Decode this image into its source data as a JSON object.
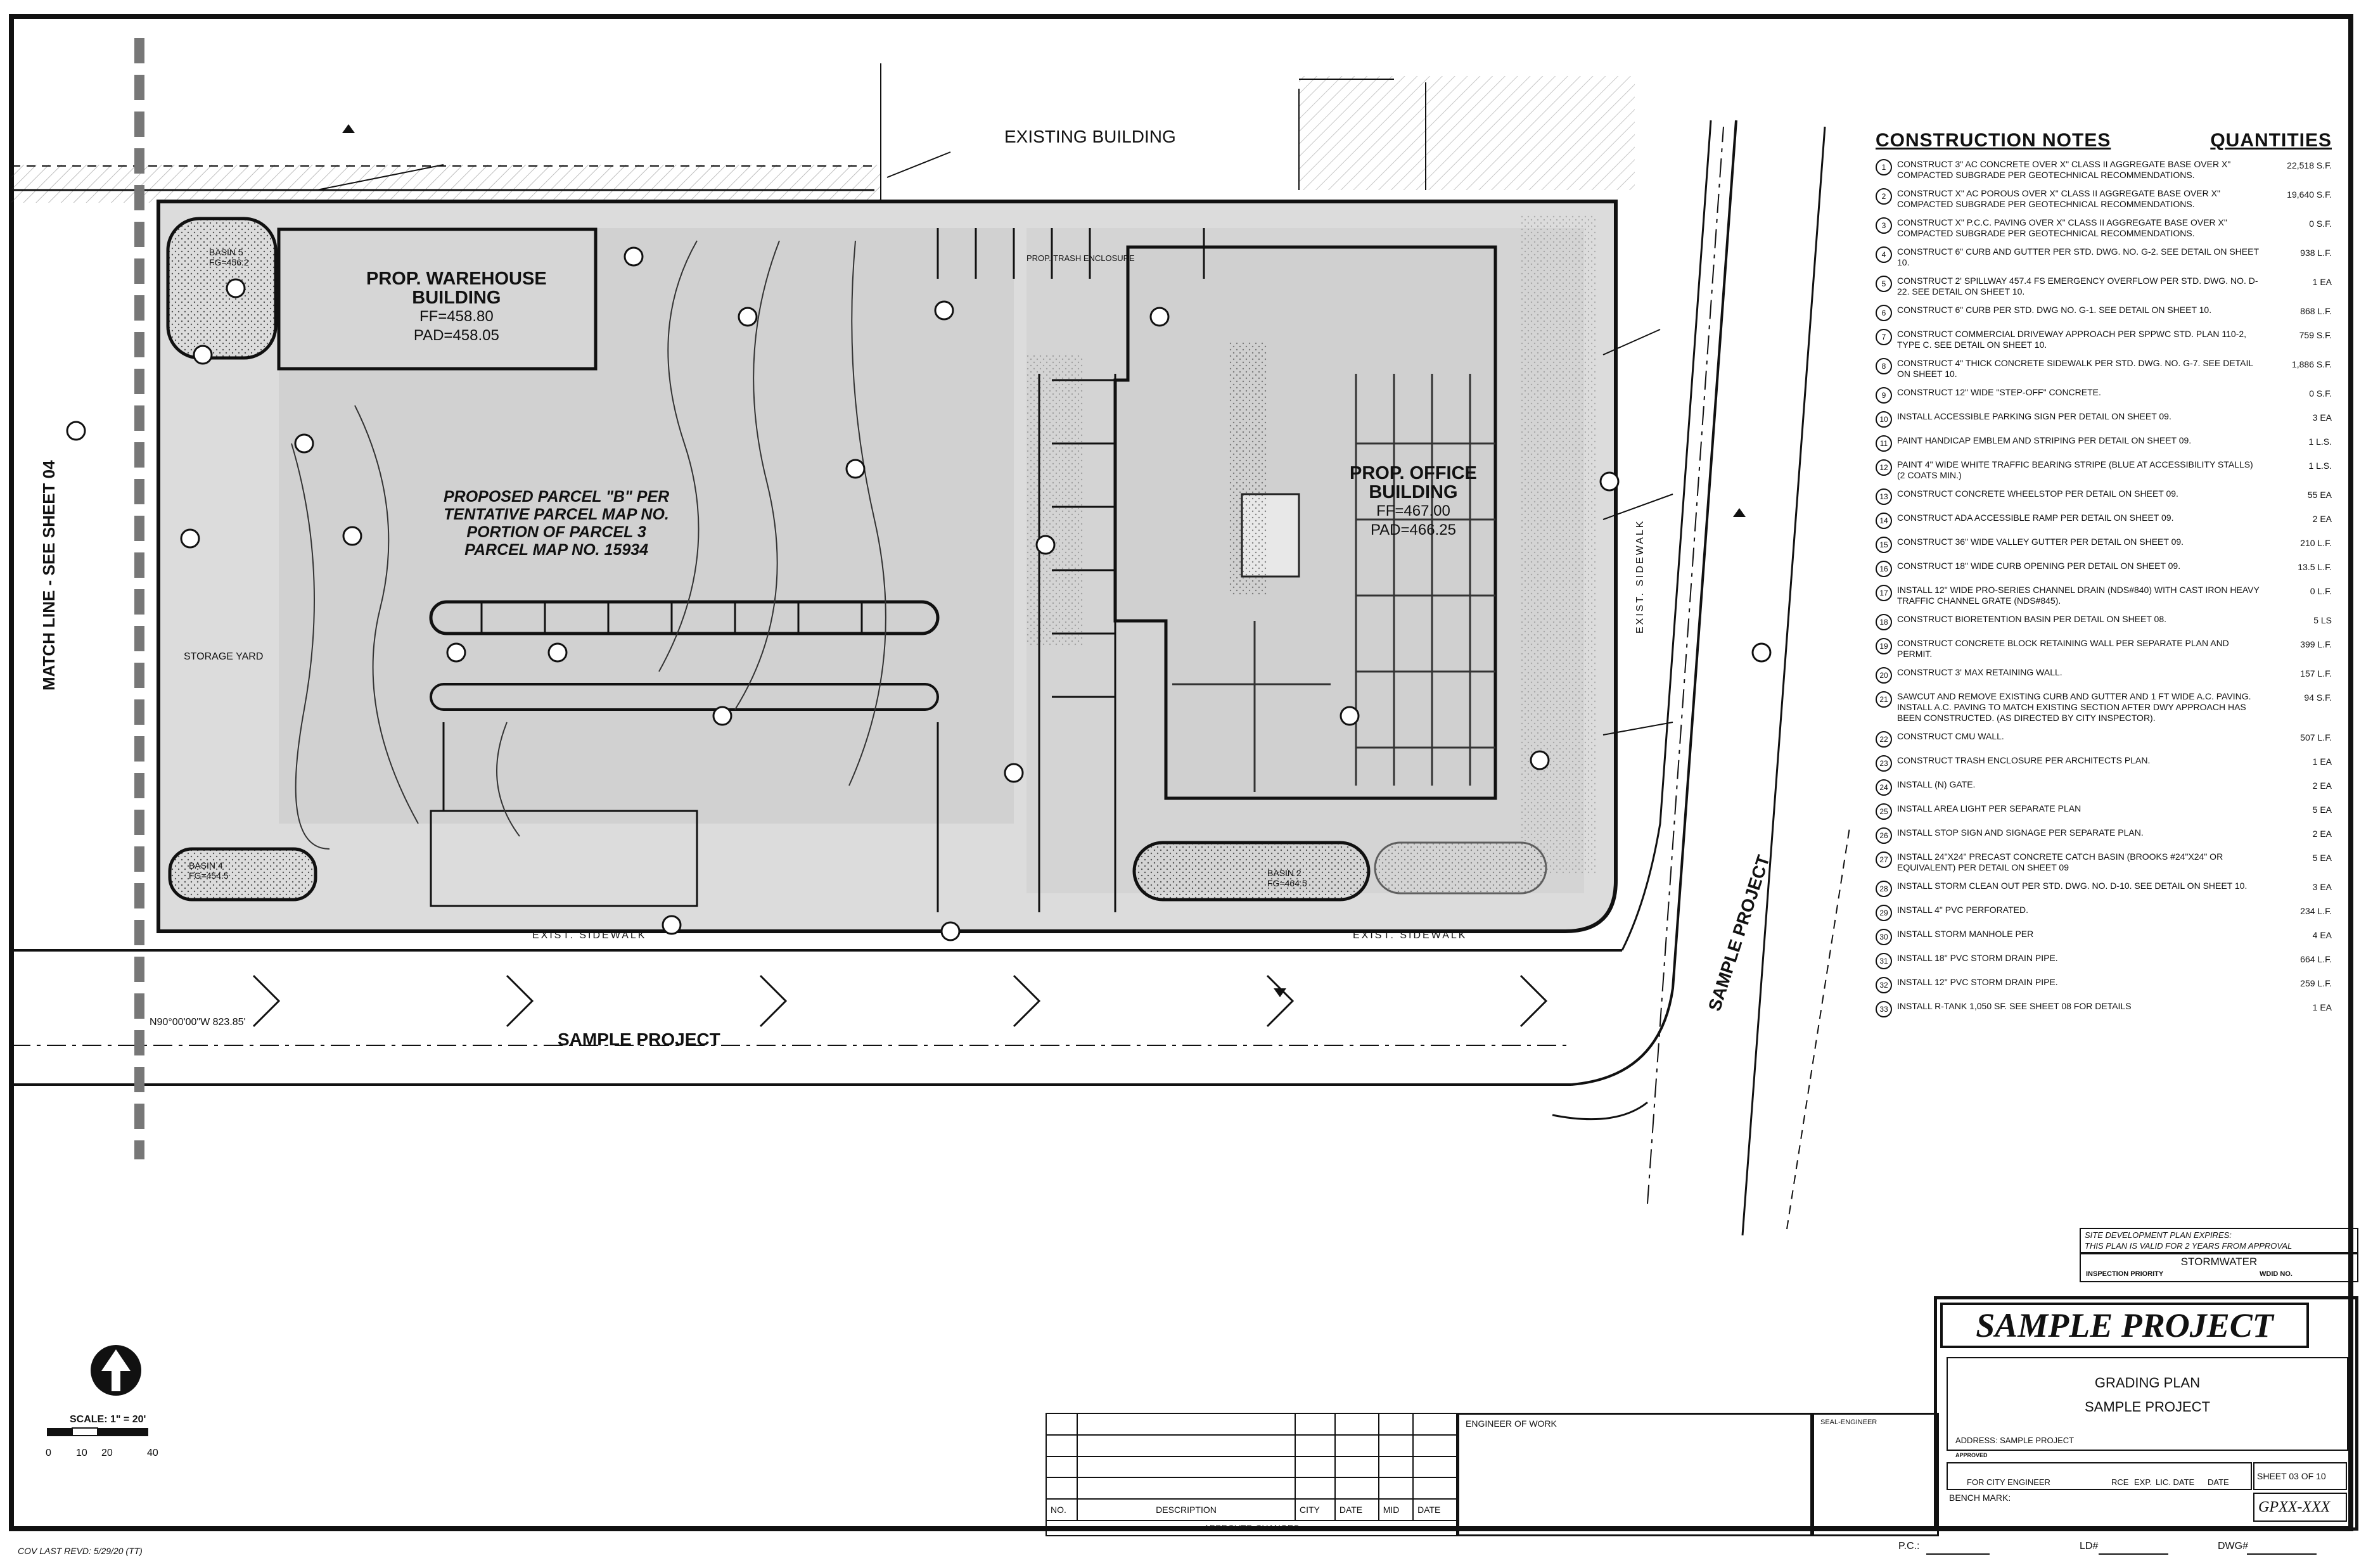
{
  "sheet": {
    "existing_building": "EXISTING BUILDING",
    "warehouse": [
      "PROP. WAREHOUSE",
      "BUILDING",
      "FF=458.80",
      "PAD=458.05"
    ],
    "office": [
      "PROP. OFFICE",
      "BUILDING",
      "FF=467.00",
      "PAD=466.25"
    ],
    "parcel_note": [
      "PROPOSED PARCEL \"B\" PER",
      "TENTATIVE PARCEL MAP NO.",
      "PORTION OF PARCEL 3",
      "PARCEL MAP NO. 15934"
    ],
    "match_line": "MATCH LINE - SEE SHEET 04",
    "street_bottom": "SAMPLE PROJECT",
    "street_right": "SAMPLE PROJECT",
    "sidewalk_left": "EXIST. SIDEWALK",
    "sidewalk_mid": "EXIST. SIDEWALK",
    "sidewalk_right": "EXIST. SIDEWALK",
    "storage_yard": "STORAGE YARD",
    "trash_enclosure": "PROP. TRASH ENCLOSURE",
    "basin_5": [
      "BASIN 5",
      "FG=456.2"
    ],
    "basin_4": [
      "BASIN 4",
      "FG=454.5"
    ],
    "basin_2": [
      "BASIN 2",
      "FG=464.5"
    ],
    "bearing": "N90°00'00\"W 823.85'",
    "cov": "COV LAST REVD: 5/29/20 (TT)"
  },
  "notes": {
    "title": "CONSTRUCTION NOTES",
    "qty_title": "QUANTITIES",
    "items": [
      {
        "n": "1",
        "text": "CONSTRUCT 3\" AC CONCRETE OVER X\" CLASS II AGGREGATE BASE OVER X\" COMPACTED SUBGRADE PER GEOTECHNICAL RECOMMENDATIONS.",
        "qty": "22,518 S.F."
      },
      {
        "n": "2",
        "text": "CONSTRUCT X\" AC POROUS OVER X\" CLASS II AGGREGATE BASE OVER X\" COMPACTED SUBGRADE PER GEOTECHNICAL RECOMMENDATIONS.",
        "qty": "19,640 S.F."
      },
      {
        "n": "3",
        "text": "CONSTRUCT X\" P.C.C. PAVING OVER X\" CLASS II AGGREGATE BASE OVER X\" COMPACTED SUBGRADE PER GEOTECHNICAL RECOMMENDATIONS.",
        "qty": "0 S.F."
      },
      {
        "n": "4",
        "text": "CONSTRUCT 6\" CURB AND GUTTER PER STD. DWG. NO. G-2. SEE DETAIL ON SHEET 10.",
        "qty": "938 L.F."
      },
      {
        "n": "5",
        "text": "CONSTRUCT 2' SPILLWAY 457.4 FS EMERGENCY OVERFLOW PER STD. DWG. NO. D-22. SEE DETAIL ON SHEET 10.",
        "qty": "1 EA"
      },
      {
        "n": "6",
        "text": "CONSTRUCT 6\" CURB PER STD. DWG NO. G-1. SEE DETAIL ON SHEET 10.",
        "qty": "868 L.F."
      },
      {
        "n": "7",
        "text": "CONSTRUCT COMMERCIAL DRIVEWAY APPROACH PER SPPWC STD. PLAN 110-2, TYPE C. SEE DETAIL ON SHEET 10.",
        "qty": "759 S.F."
      },
      {
        "n": "8",
        "text": "CONSTRUCT 4\" THICK CONCRETE SIDEWALK PER STD. DWG. NO. G-7. SEE DETAIL ON SHEET 10.",
        "qty": "1,886 S.F."
      },
      {
        "n": "9",
        "text": "CONSTRUCT 12\" WIDE \"STEP-OFF\" CONCRETE.",
        "qty": "0 S.F."
      },
      {
        "n": "10",
        "text": "INSTALL ACCESSIBLE PARKING SIGN PER DETAIL ON SHEET 09.",
        "qty": "3 EA"
      },
      {
        "n": "11",
        "text": "PAINT HANDICAP EMBLEM AND STRIPING PER DETAIL ON SHEET 09.",
        "qty": "1 L.S."
      },
      {
        "n": "12",
        "text": "PAINT 4\" WIDE WHITE TRAFFIC BEARING STRIPE (BLUE AT ACCESSIBILITY STALLS) (2 COATS MIN.)",
        "qty": "1 L.S."
      },
      {
        "n": "13",
        "text": "CONSTRUCT CONCRETE WHEELSTOP PER DETAIL ON SHEET 09.",
        "qty": "55 EA"
      },
      {
        "n": "14",
        "text": "CONSTRUCT ADA ACCESSIBLE RAMP PER DETAIL ON SHEET 09.",
        "qty": "2 EA"
      },
      {
        "n": "15",
        "text": "CONSTRUCT 36\" WIDE VALLEY GUTTER PER DETAIL ON SHEET 09.",
        "qty": "210 L.F."
      },
      {
        "n": "16",
        "text": "CONSTRUCT 18\" WIDE CURB OPENING PER DETAIL ON SHEET 09.",
        "qty": "13.5 L.F."
      },
      {
        "n": "17",
        "text": "INSTALL 12\" WIDE PRO-SERIES CHANNEL DRAIN (NDS#840) WITH CAST IRON HEAVY TRAFFIC CHANNEL GRATE (NDS#845).",
        "qty": "0 L.F."
      },
      {
        "n": "18",
        "text": "CONSTRUCT BIORETENTION BASIN PER DETAIL ON SHEET 08.",
        "qty": "5 LS"
      },
      {
        "n": "19",
        "text": "CONSTRUCT CONCRETE BLOCK RETAINING WALL PER SEPARATE PLAN AND PERMIT.",
        "qty": "399 L.F."
      },
      {
        "n": "20",
        "text": "CONSTRUCT 3' MAX RETAINING WALL.",
        "qty": "157 L.F."
      },
      {
        "n": "21",
        "text": "SAWCUT AND REMOVE EXISTING CURB AND GUTTER AND 1 FT WIDE A.C. PAVING. INSTALL A.C. PAVING TO MATCH EXISTING SECTION AFTER DWY APPROACH HAS BEEN CONSTRUCTED. (AS DIRECTED BY CITY INSPECTOR).",
        "qty": "94 S.F."
      },
      {
        "n": "22",
        "text": "CONSTRUCT CMU WALL.",
        "qty": "507 L.F."
      },
      {
        "n": "23",
        "text": "CONSTRUCT TRASH ENCLOSURE PER ARCHITECTS PLAN.",
        "qty": "1 EA"
      },
      {
        "n": "24",
        "text": "INSTALL (N) GATE.",
        "qty": "2 EA"
      },
      {
        "n": "25",
        "text": "INSTALL AREA LIGHT PER SEPARATE PLAN",
        "qty": "5 EA"
      },
      {
        "n": "26",
        "text": "INSTALL STOP SIGN AND SIGNAGE PER SEPARATE PLAN.",
        "qty": "2 EA"
      },
      {
        "n": "27",
        "text": "INSTALL 24\"X24\" PRECAST CONCRETE CATCH BASIN (BROOKS #24\"X24\" OR EQUIVALENT) PER DETAIL ON SHEET 09",
        "qty": "5 EA"
      },
      {
        "n": "28",
        "text": "INSTALL STORM CLEAN OUT PER STD. DWG. NO. D-10. SEE DETAIL ON SHEET 10.",
        "qty": "3 EA"
      },
      {
        "n": "29",
        "text": "INSTALL 4\" PVC PERFORATED.",
        "qty": "234 L.F."
      },
      {
        "n": "30",
        "text": "INSTALL STORM MANHOLE PER",
        "qty": "4 EA"
      },
      {
        "n": "31",
        "text": "INSTALL 18\" PVC STORM DRAIN PIPE.",
        "qty": "664 L.F."
      },
      {
        "n": "32",
        "text": "INSTALL 12\" PVC STORM DRAIN PIPE.",
        "qty": "259 L.F."
      },
      {
        "n": "33",
        "text": "INSTALL R-TANK 1,050 SF. SEE SHEET 08 FOR DETAILS",
        "qty": "1 EA"
      }
    ]
  },
  "titleblock": {
    "expires": "SITE DEVELOPMENT PLAN EXPIRES:",
    "valid": "THIS PLAN IS VALID FOR 2 YEARS FROM APPROVAL",
    "stormwater": "STORMWATER",
    "inspection": "INSPECTION PRIORITY",
    "wdid": "WDID NO.",
    "project": "SAMPLE PROJECT",
    "plan": "GRADING PLAN",
    "subproject": "SAMPLE PROJECT",
    "address": "ADDRESS: SAMPLE PROJECT",
    "approved": "APPROVED",
    "city_engineer": "FOR CITY ENGINEER",
    "rce": "RCE",
    "exp": "EXP.",
    "lic_date": "LIC. DATE",
    "date": "DATE",
    "sheet": "SHEET 03 OF 10",
    "dwg_no": "GPXX-XXX",
    "bench": "BENCH MARK:",
    "engineer_of_work": "ENGINEER OF WORK",
    "seal": "SEAL-ENGINEER",
    "pc": "P.C.:",
    "ld": "LD#",
    "dwg": "DWG#"
  },
  "changes": {
    "col_no": "NO.",
    "col_desc": "DESCRIPTION",
    "col_city": "CITY",
    "col_date": "DATE",
    "col_mid": "MID",
    "col_date2": "DATE",
    "footer": "APPROVED CHANGES"
  },
  "scale": {
    "label": "SCALE: 1\" = 20'",
    "ticks": [
      "0",
      "10",
      "20",
      "40"
    ]
  }
}
